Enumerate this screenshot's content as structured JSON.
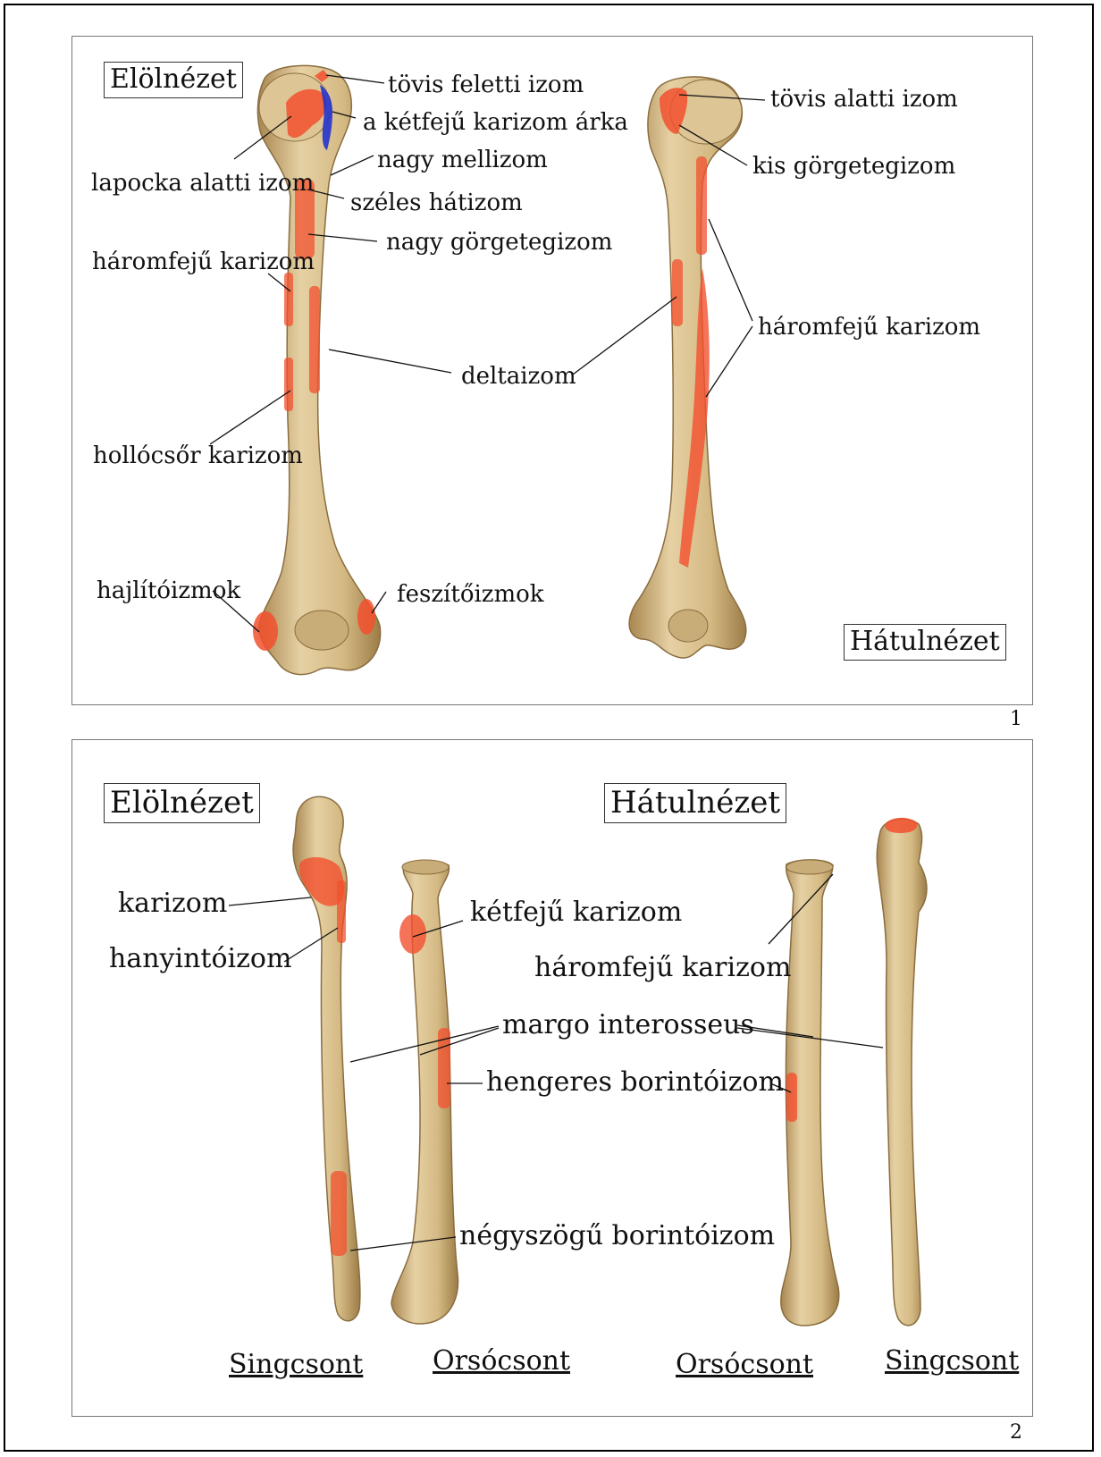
{
  "colors": {
    "bone": "#d9c08e",
    "bone_shade": "#b39660",
    "muscle": "#f2502e",
    "groove": "#2233cc",
    "frame": "#000000"
  },
  "figure1": {
    "view_front": "Elölnézet",
    "view_back": "Hátulnézet",
    "labels": {
      "tovis_feletti": "tövis feletti izom",
      "ketfeju_arka": "a kétfejű karizom árka",
      "lapocka_alatti": "lapocka alatti izom",
      "nagy_mellizom": "nagy mellizom",
      "szeles_hatizom": "széles hátizom",
      "haromfeju_front": "háromfejű karizom",
      "nagy_gorgeteg": "nagy görgetegizom",
      "deltaizom": "deltaizom",
      "hollocsor": "hollócsőr karizom",
      "hajlitoizmok": "hajlítóizmok",
      "feszitoizmok": "feszítőizmok",
      "tovis_alatti": "tövis alatti izom",
      "kis_gorgeteg": "kis görgetegizom",
      "haromfeju_back": "háromfejű karizom"
    },
    "page_number": "1"
  },
  "figure2": {
    "view_front": "Elölnézet",
    "view_back": "Hátulnézet",
    "labels": {
      "karizom": "karizom",
      "hanyintoizom": "hanyintóizom",
      "ketfeju": "kétfejű karizom",
      "haromfeju": "háromfejű karizom",
      "margo": "margo interosseus",
      "hengeres": "hengeres borintóizom",
      "negyszogu": "négyszögű borintóizom"
    },
    "bone_names": [
      "Singcsont",
      "Orsócsont",
      "Orsócsont",
      "Singcsont"
    ],
    "page_number": "2"
  }
}
